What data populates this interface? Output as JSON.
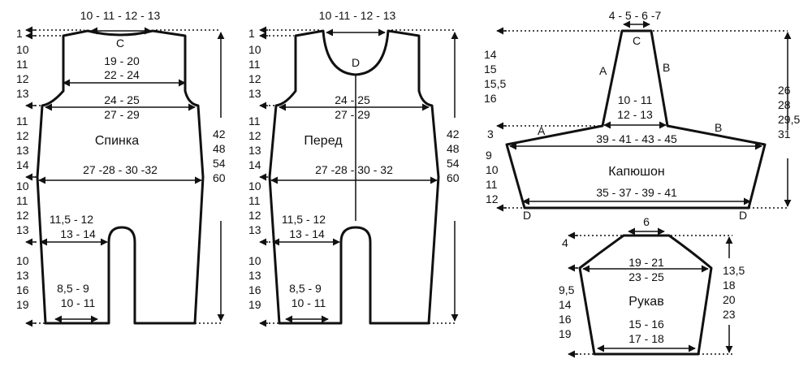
{
  "back": {
    "title": "Спинка",
    "neck_top": "10 - 11 - 12 - 13",
    "neck_letter": "C",
    "chest1": "19 - 20",
    "chest2": "22 - 24",
    "waist1": "24 - 25",
    "waist2": "27 - 29",
    "hip": "27 -28 - 30 -32",
    "leg1": "11,5 - 12",
    "leg2": "13 - 14",
    "cuff1": "8,5 - 9",
    "cuff2": "10 - 11",
    "left_nums": [
      "1",
      "10",
      "11",
      "12",
      "13",
      "11",
      "12",
      "13",
      "14",
      "10",
      "11",
      "12",
      "13",
      "10",
      "13",
      "16",
      "19"
    ],
    "right_nums": [
      "42",
      "48",
      "54",
      "60"
    ]
  },
  "front": {
    "title": "Перед",
    "neck_top": "10 -11 - 12 - 13",
    "neck_letter": "D",
    "waist1": "24 - 25",
    "waist2": "27 - 29",
    "hip": "27 -28 - 30 - 32",
    "leg1": "11,5 - 12",
    "leg2": "13 - 14",
    "cuff1": "8,5 - 9",
    "cuff2": "10 - 11",
    "left_nums": [
      "1",
      "10",
      "11",
      "12",
      "13",
      "11",
      "12",
      "13",
      "14",
      "10",
      "11",
      "12",
      "13",
      "10",
      "13",
      "16",
      "19"
    ],
    "right_nums": [
      "42",
      "48",
      "54",
      "60"
    ]
  },
  "hood": {
    "title": "Капюшон",
    "top": "4 - 5 - 6 -7",
    "top_letter": "C",
    "side_letter_a": "A",
    "side_letter_b": "B",
    "mid1": "10 - 11",
    "mid2": "12 - 13",
    "wide": "39 - 41 - 43 - 45",
    "base": "35 - 37 - 39 - 41",
    "base_letter": "D",
    "left_top_nums": [
      "14",
      "15",
      "15,5",
      "16"
    ],
    "left_three": "3",
    "left_bottom_nums": [
      "9",
      "10",
      "11",
      "12"
    ],
    "right_nums": [
      "26",
      "28",
      "29,5",
      "31"
    ]
  },
  "sleeve": {
    "title": "Рукав",
    "top": "6",
    "upper1": "19 - 21",
    "upper2": "23 - 25",
    "lower1": "15 - 16",
    "lower2": "17 - 18",
    "left_four": "4",
    "left_nums": [
      "9,5",
      "14",
      "16",
      "19"
    ],
    "right_nums": [
      "13,5",
      "18",
      "20",
      "23"
    ]
  }
}
